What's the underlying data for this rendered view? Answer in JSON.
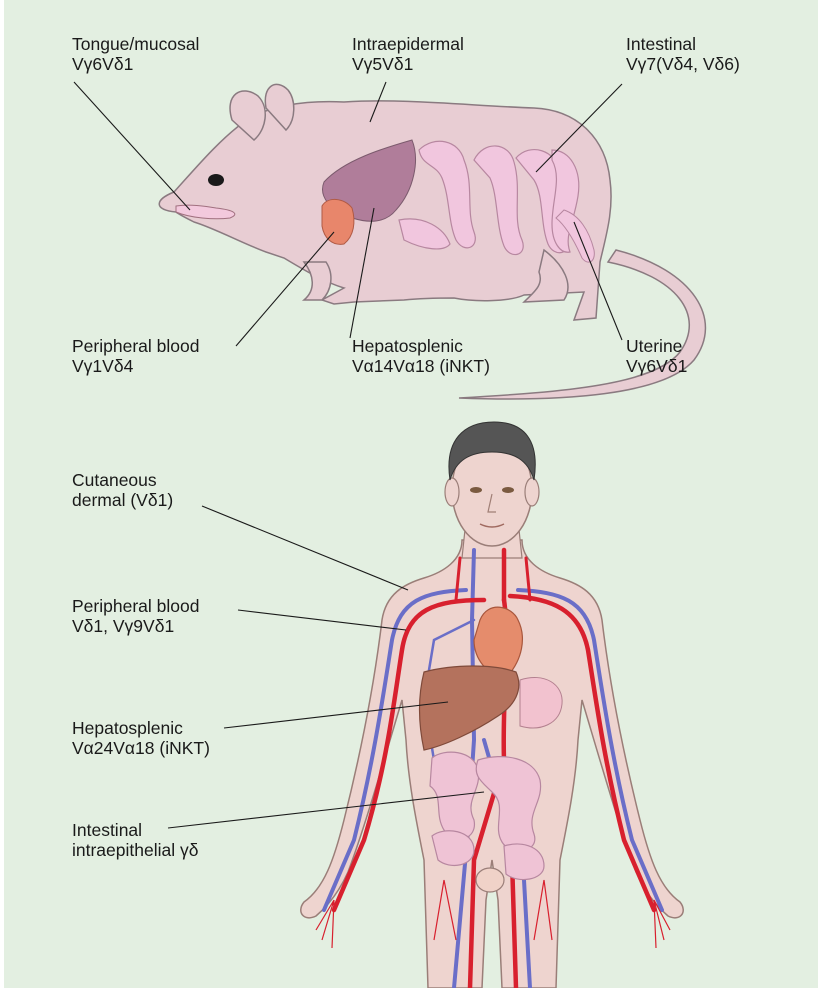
{
  "figure": {
    "background": "#e3efe1",
    "colors": {
      "mouse_body": "#e8cdd3",
      "mouse_outline": "#8a7a80",
      "mouse_gut": "#f1c6de",
      "mouse_liver": "#b07d9a",
      "mouse_thymus": "#e8866b",
      "human_skin": "#eed4cf",
      "human_hair": "#555555",
      "artery": "#d8202e",
      "vein": "#6a6ec8",
      "liver": "#b4725d",
      "heart": "#e58c6c",
      "intestine": "#efc3d5"
    }
  },
  "mouse_labels": [
    {
      "id": "tongue",
      "line1": "Tongue/mucosal",
      "line2": "Vγ6Vδ1"
    },
    {
      "id": "intraepidermal",
      "line1": "Intraepidermal",
      "line2": "Vγ5Vδ1"
    },
    {
      "id": "intestinal",
      "line1": "Intestinal",
      "line2": "Vγ7(Vδ4, Vδ6)"
    },
    {
      "id": "peripheral",
      "line1": "Peripheral blood",
      "line2": "Vγ1Vδ4"
    },
    {
      "id": "hepatosplenic",
      "line1": "Hepatosplenic",
      "line2": "Vα14Vα18 (iNKT)"
    },
    {
      "id": "uterine",
      "line1": "Uterine",
      "line2": "Vγ6Vδ1"
    }
  ],
  "human_labels": [
    {
      "id": "cutaneous",
      "line1": "Cutaneous",
      "line2": "dermal (Vδ1)"
    },
    {
      "id": "peripheral",
      "line1": "Peripheral blood",
      "line2": "Vδ1, Vγ9Vδ1"
    },
    {
      "id": "hepatosplenic",
      "line1": "Hepatosplenic",
      "line2": "Vα24Vα18 (iNKT)"
    },
    {
      "id": "intestinal",
      "line1": "Intestinal",
      "line2": "intraepithelial γδ"
    }
  ]
}
